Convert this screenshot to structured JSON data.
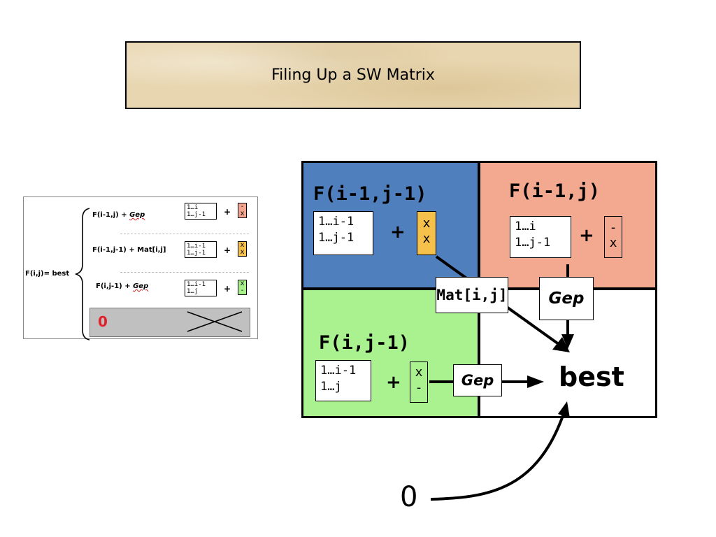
{
  "title": "Filing Up a SW Matrix",
  "formula": {
    "lhs": "F(i,j)= best",
    "rows": [
      {
        "expr": "F(i-1,j) + ",
        "gep": "Gep",
        "box": [
          "1…i",
          "1…j-1"
        ],
        "cell": [
          "-",
          "x"
        ],
        "color": "#f4a690"
      },
      {
        "expr": "F(i-1,j-1) + Mat[i,j]",
        "gep": "",
        "box": [
          "1…i-1",
          "1…j-1"
        ],
        "cell": [
          "x",
          "x"
        ],
        "color": "#f6c14a"
      },
      {
        "expr": "F(i,j-1) + ",
        "gep": "Gep",
        "box": [
          "1…i-1",
          "1…j"
        ],
        "cell": [
          "x",
          "-"
        ],
        "color": "#a8f08c"
      }
    ],
    "plus": "+",
    "zero": "0"
  },
  "matrix": {
    "colors": {
      "diag": "#4f7fbd",
      "up": "#f3a98f",
      "left": "#a9f28f",
      "cell": "#ffffff",
      "mini_diag": "#f6c14a",
      "mini_up": "#f3a98f",
      "mini_left": "#a9f28f"
    },
    "diag": {
      "label": "F(i-1,j-1)",
      "box1": "1…i-1",
      "box2": "1…j-1",
      "cell1": "x",
      "cell2": "x"
    },
    "up": {
      "label": "F(i-1,j)",
      "box1": "1…i",
      "box2": "1…j-1",
      "cell1": "-",
      "cell2": "x"
    },
    "left": {
      "label": "F(i,j-1)",
      "box1": "1…i-1",
      "box2": "1…j",
      "cell1": "x",
      "cell2": "-"
    },
    "plus": "+",
    "mat_label": "Mat[i,j]",
    "gep_up": "Gep",
    "gep_left": "Gep",
    "best": "best",
    "zero": "0"
  }
}
